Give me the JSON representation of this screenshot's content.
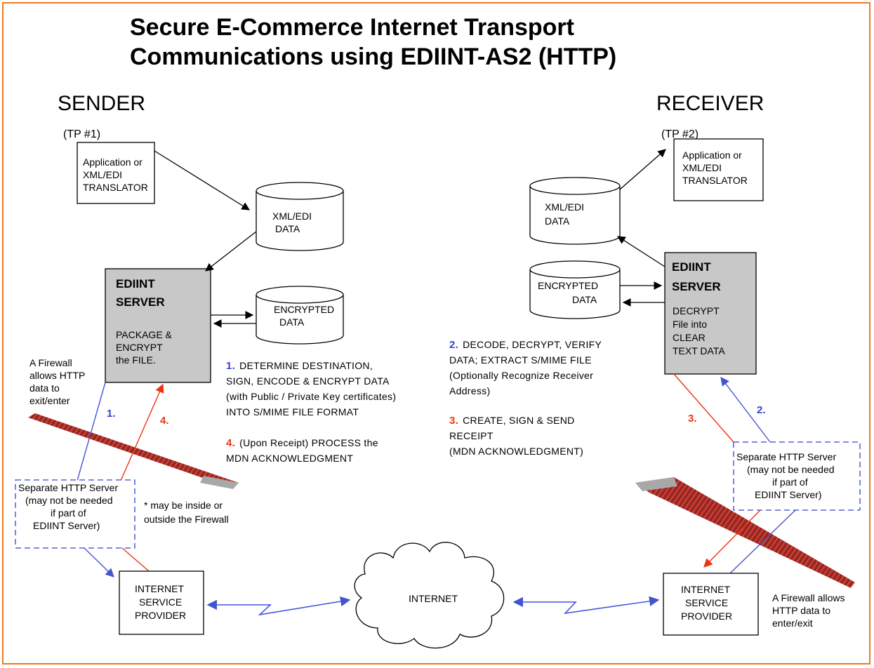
{
  "title_line1": "Secure E-Commerce Internet Transport",
  "title_line2": "Communications using EDIINT-AS2 (HTTP)",
  "sender": {
    "heading": "SENDER",
    "tp": "(TP #1)",
    "app_lines": [
      "Application or",
      "XML/EDI",
      "TRANSLATOR"
    ],
    "xml_lines": [
      "XML/EDI",
      "DATA"
    ],
    "server_title": [
      "EDIINT",
      "SERVER"
    ],
    "server_lines": [
      "PACKAGE &",
      "ENCRYPT",
      "the FILE."
    ],
    "enc_lines": [
      "ENCRYPTED",
      "DATA"
    ],
    "firewall_lines": [
      "A Firewall",
      "allows HTTP",
      "data to",
      "exit/enter"
    ],
    "http_lines": [
      "Separate HTTP Server",
      "(may not be needed",
      "if part of",
      "EDIINT Server)"
    ],
    "note_lines": [
      "* may be inside or",
      "outside the Firewall"
    ],
    "isp_lines": [
      "INTERNET",
      "SERVICE",
      "PROVIDER"
    ],
    "num1": "1.",
    "num4": "4."
  },
  "receiver": {
    "heading": "RECEIVER",
    "tp": "(TP #2)",
    "app_lines": [
      "Application or",
      "XML/EDI",
      "TRANSLATOR"
    ],
    "xml_lines": [
      "XML/EDI",
      "DATA"
    ],
    "enc_lines": [
      "ENCRYPTED",
      "DATA"
    ],
    "server_title": [
      "EDIINT",
      "SERVER"
    ],
    "server_lines": [
      "DECRYPT",
      "File into",
      "CLEAR",
      "TEXT DATA"
    ],
    "http_lines": [
      "Separate HTTP Server",
      "(may not be needed",
      "if part of",
      "EDIINT Server)"
    ],
    "isp_lines": [
      "INTERNET",
      "SERVICE",
      "PROVIDER"
    ],
    "firewall_lines": [
      "A Firewall allows",
      "HTTP data to",
      "enter/exit"
    ],
    "num2": "2.",
    "num3": "3."
  },
  "internet": "INTERNET",
  "steps_left": {
    "s1_num": "1.",
    "s1_lines": [
      "DETERMINE DESTINATION,",
      "SIGN, ENCODE & ENCRYPT DATA",
      "(with Public / Private Key certificates)",
      "INTO S/MIME FILE FORMAT"
    ],
    "s4_num": "4.",
    "s4_lines": [
      "(Upon Receipt) PROCESS the",
      "MDN ACKNOWLEDGMENT"
    ]
  },
  "steps_right": {
    "s2_num": "2.",
    "s2_lines": [
      "DECODE, DECRYPT, VERIFY",
      "DATA; EXTRACT S/MIME FILE",
      "(Optionally Recognize Receiver",
      "Address)"
    ],
    "s3_num": "3.",
    "s3_lines": [
      "CREATE, SIGN & SEND",
      "RECEIPT",
      "(MDN ACKNOWLEDGMENT)"
    ]
  },
  "colors": {
    "border": "#f07820",
    "blue": "#3344cc",
    "red": "#ee3311",
    "server_fill": "#c8c8c8",
    "firewall": "#b02a20"
  }
}
